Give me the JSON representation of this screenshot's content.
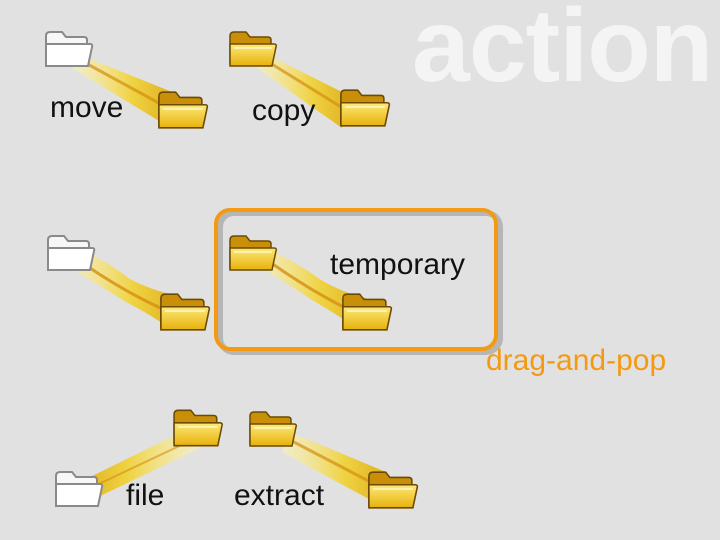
{
  "title": "action",
  "labels": {
    "move": "move",
    "copy": "copy",
    "temporary": "temporary",
    "drag_and_pop": "drag-and-pop",
    "file": "file",
    "extract": "extract"
  },
  "colors": {
    "background": "#e1e1e1",
    "accent": "#f39a12",
    "folder_fill": "#f5c516",
    "ghost_folder": "#f7f7f7"
  },
  "icons": [
    "folder-icon",
    "ghost-folder-icon"
  ]
}
